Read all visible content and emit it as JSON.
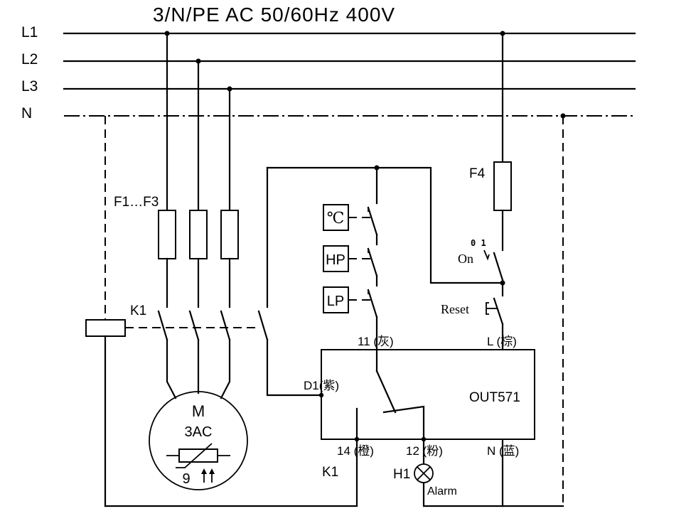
{
  "title": "3/N/PE AC 50/60Hz 400V",
  "rails": {
    "l1": "L1",
    "l2": "L2",
    "l3": "L3",
    "n": "N"
  },
  "fuses": {
    "main": "F1…F3",
    "control": "F4"
  },
  "contactor": {
    "label": "K1",
    "coil_label": "K1"
  },
  "motor": {
    "letter": "M",
    "type": "3AC",
    "sensor_number": "9"
  },
  "sensors": {
    "temperature": "℃",
    "high_pressure": "HP",
    "low_pressure": "LP"
  },
  "switches": {
    "on_contacts": "0 1",
    "on": "On",
    "reset": "Reset"
  },
  "module": {
    "name": "OUT571",
    "terminal_11": "11 (灰)",
    "terminal_l": "L (棕)",
    "terminal_d1": "D1(紫)",
    "terminal_14": "14 (橙)",
    "terminal_12": "12 (粉)",
    "terminal_n": "N (蓝)"
  },
  "lamp": {
    "label": "H1",
    "caption": "Alarm"
  }
}
